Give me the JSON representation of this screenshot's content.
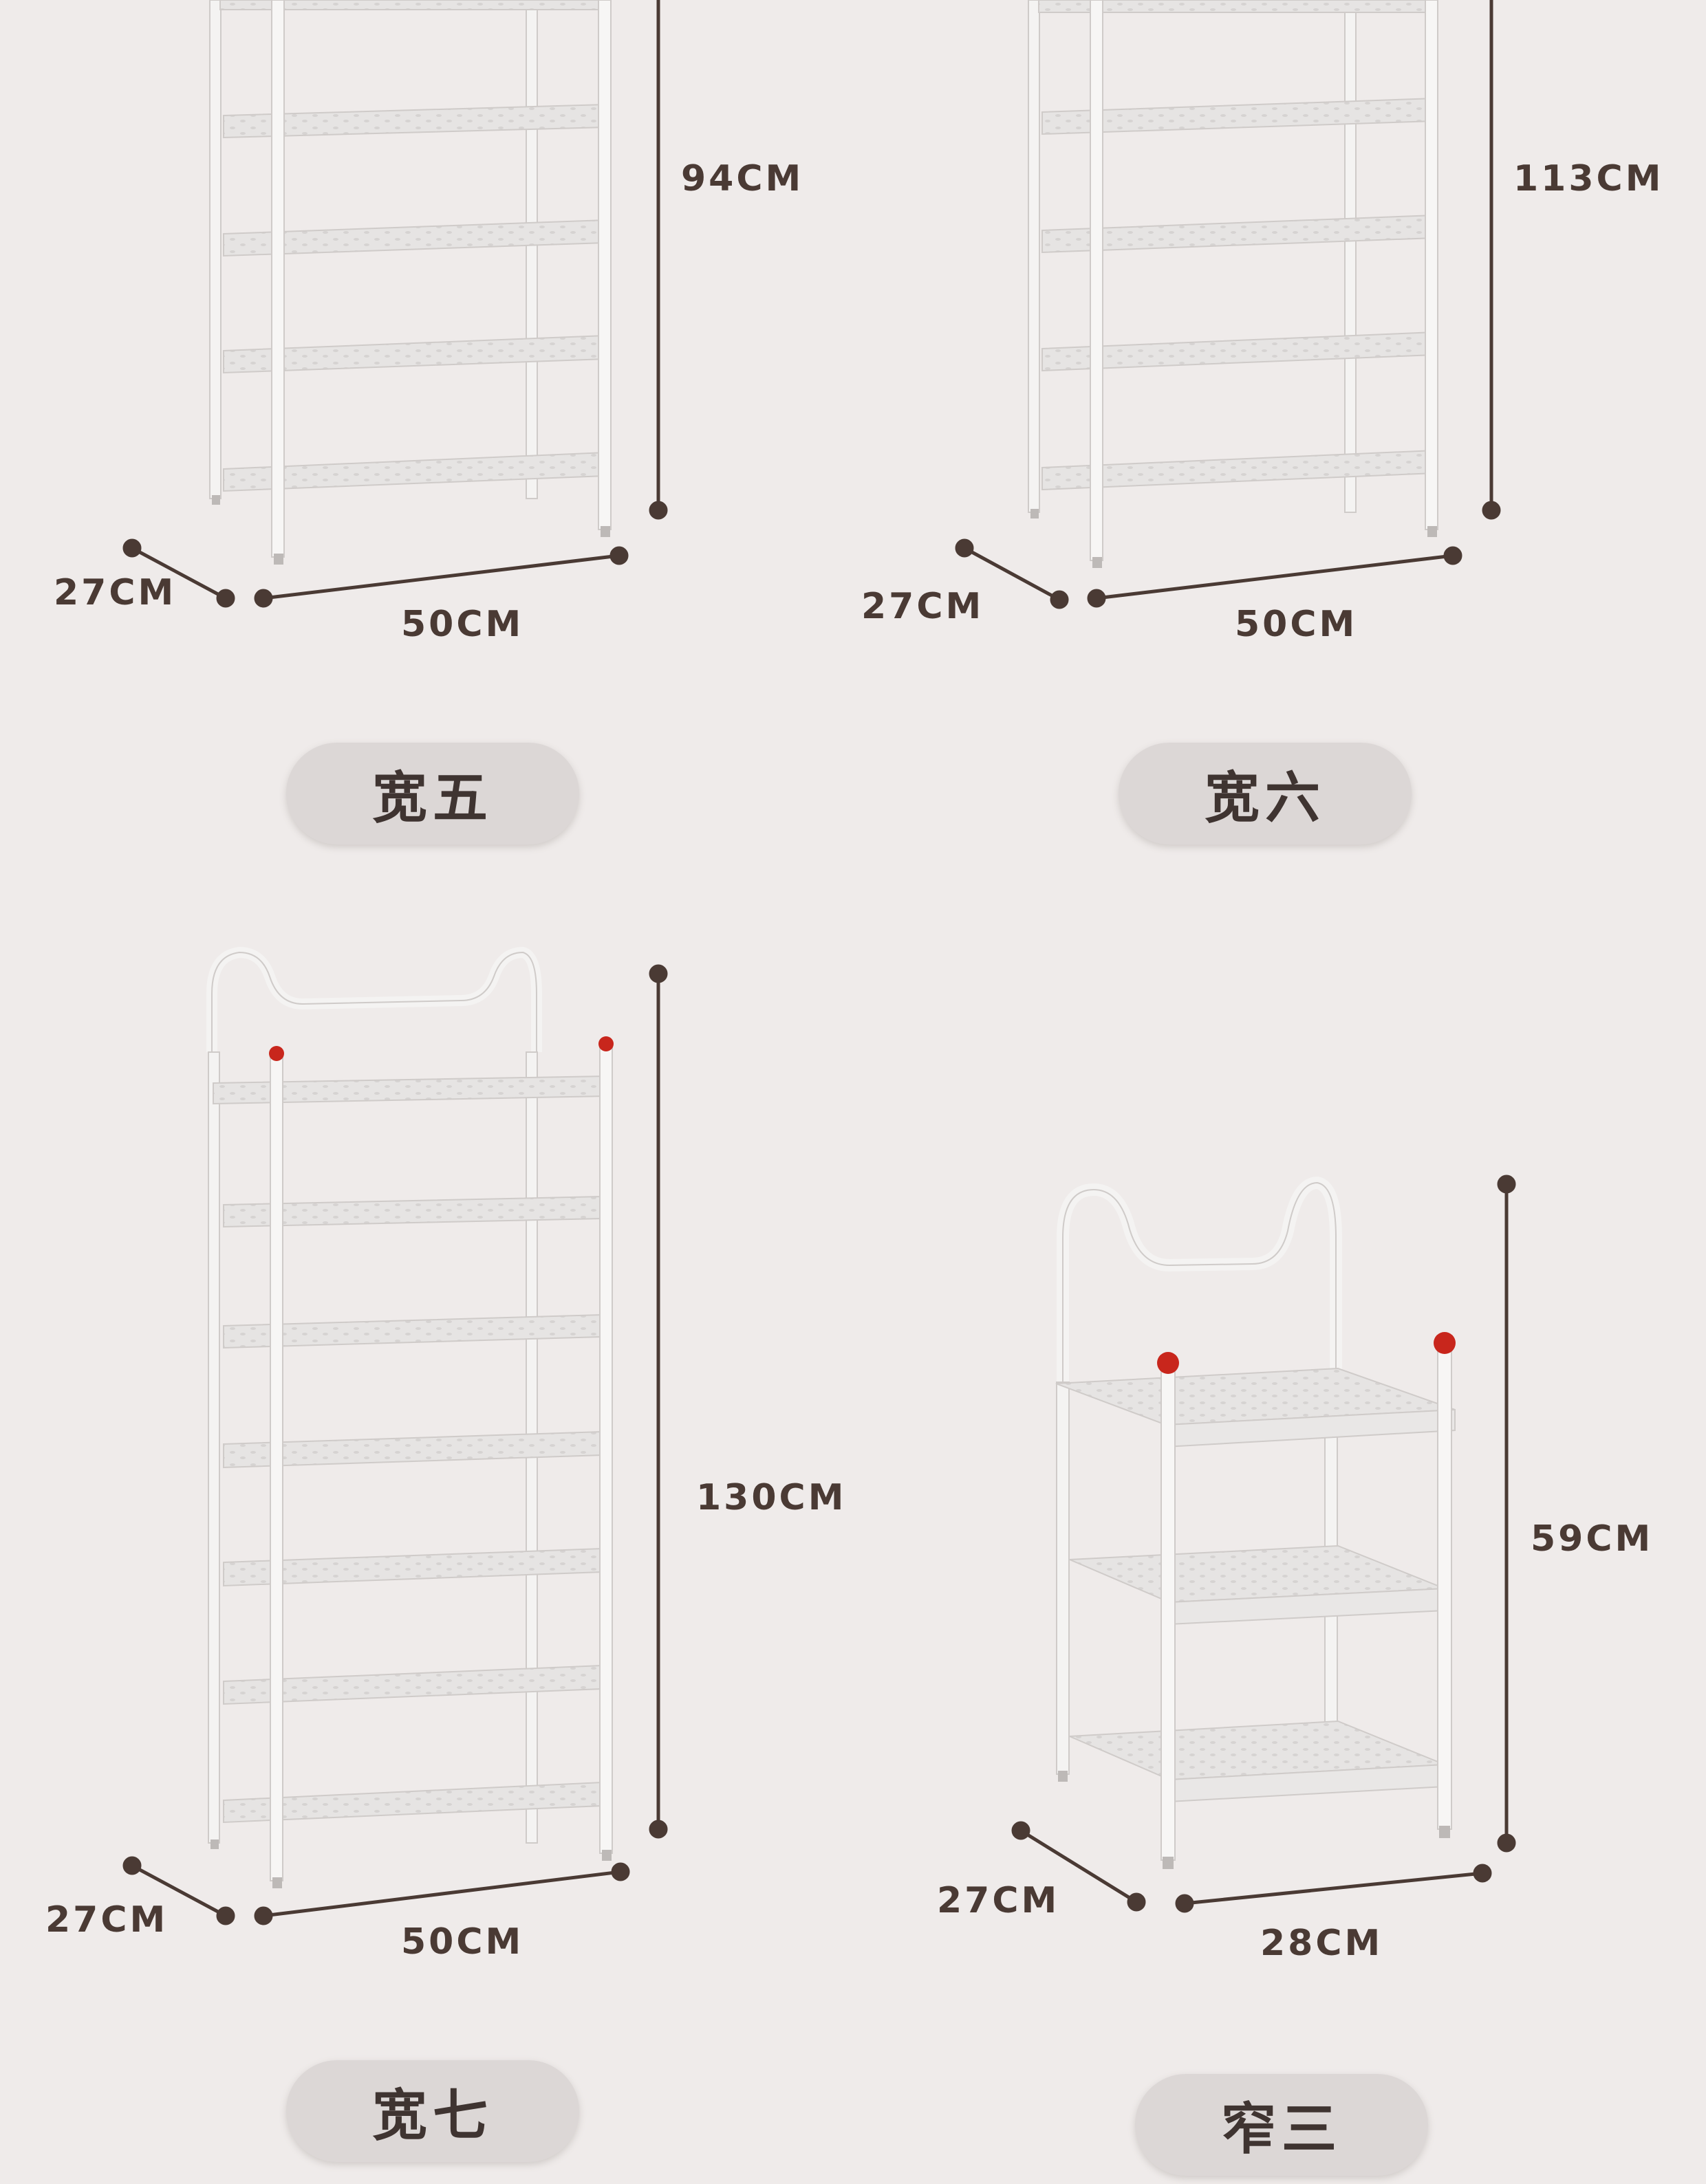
{
  "products": [
    {
      "name": "宽五",
      "height": "94CM",
      "depth": "27CM",
      "width": "50CM"
    },
    {
      "name": "宽六",
      "height": "113CM",
      "depth": "27CM",
      "width": "50CM"
    },
    {
      "name": "宽七",
      "height": "130CM",
      "depth": "27CM",
      "width": "50CM"
    },
    {
      "name": "窄三",
      "height": "59CM",
      "depth": "27CM",
      "width": "28CM"
    }
  ],
  "colors": {
    "background": "#efebea",
    "frame": "#f4f3f2",
    "frame_edge": "#cfcbc9",
    "shelf": "#e7e5e4",
    "dimension_line": "#4a3a34",
    "end_cap": "#c8261c",
    "pill": "#dcd7d6"
  }
}
